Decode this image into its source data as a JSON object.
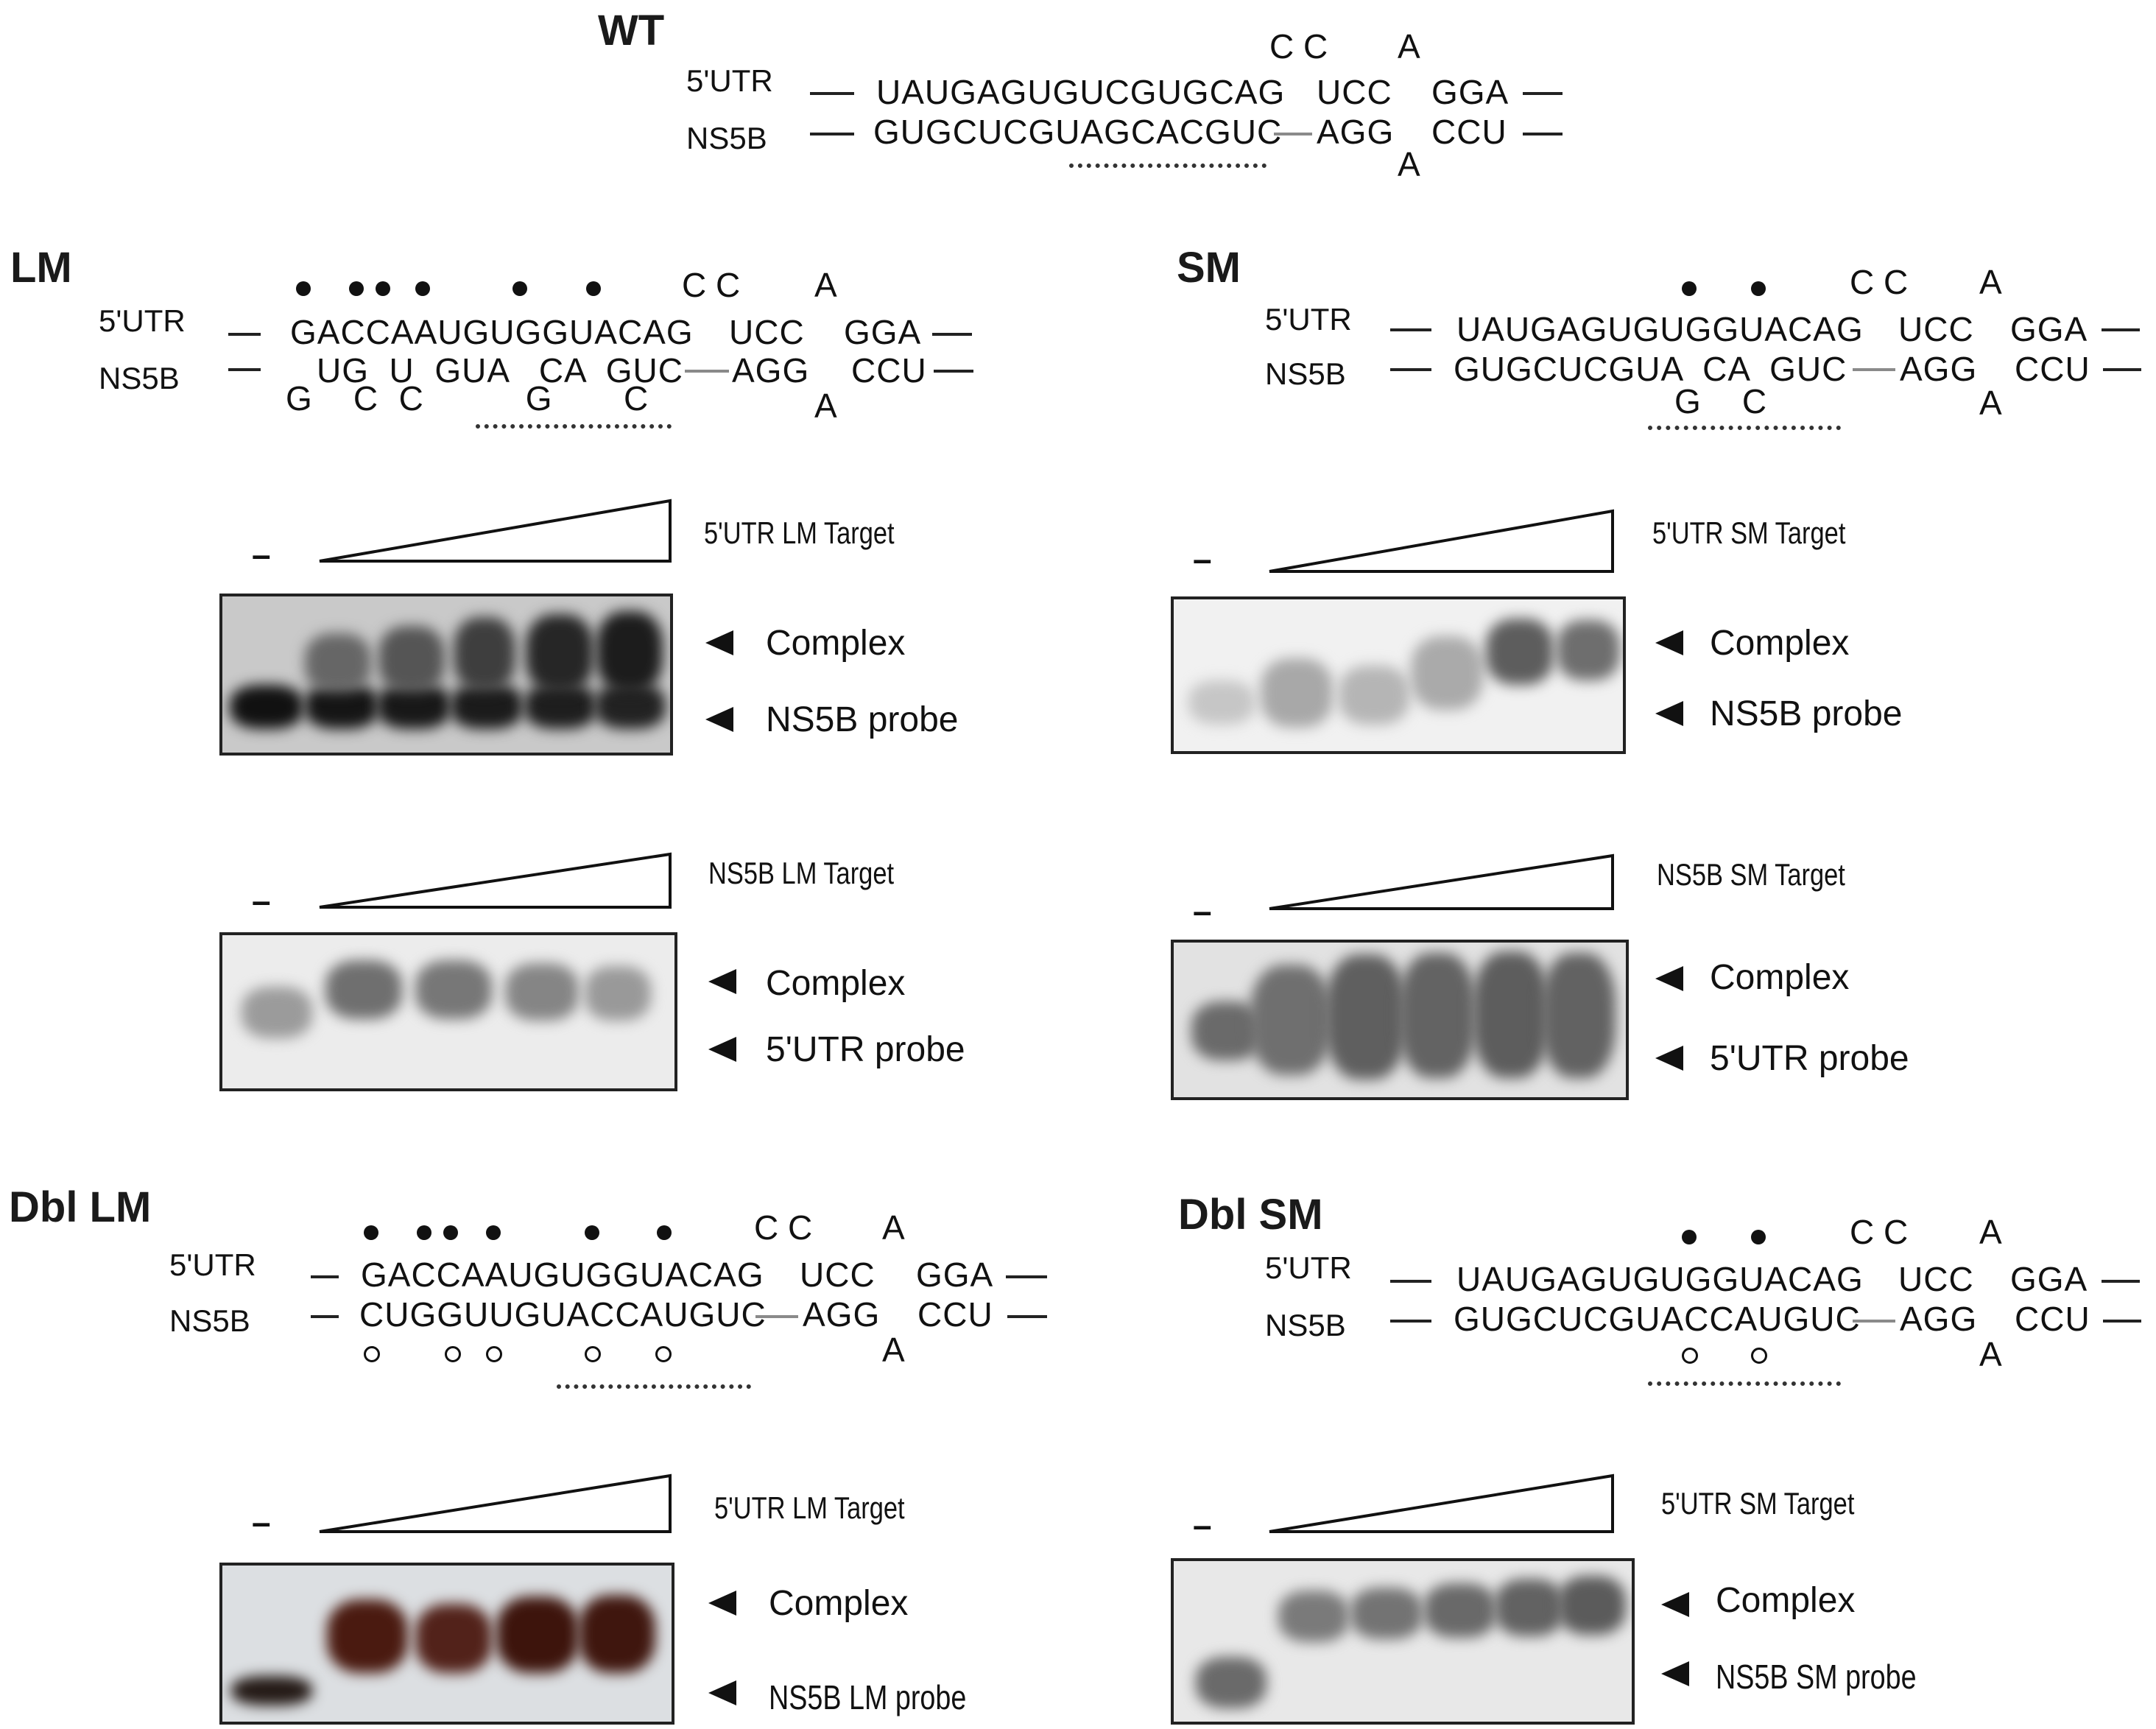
{
  "common": {
    "utr_label": "5'UTR",
    "ns5b_label": "NS5B",
    "loop_cc": "C C",
    "loop_a": "A",
    "utr_right": "UCC",
    "utr_end": "GGA",
    "ns5b_right": "AGG",
    "ns5b_end": "CCU",
    "complex": "Complex",
    "minus": "–"
  },
  "wt": {
    "title": "WT",
    "utr_seq": "UAUGAGUGUCGUGCAG",
    "ns5b_seq": "GUGCUCGUAGCACGUC"
  },
  "lm": {
    "title": "LM",
    "utr_seq": "GACCAAUGUGGUACAG",
    "ns5b_paired": "UG  U  GUA   CA  GUC",
    "ns5b_bulge": "G    C  C          G       C",
    "gel1_target": "5'UTR LM Target",
    "gel1_probe": "NS5B probe",
    "gel2_target": "NS5B LM Target",
    "gel2_probe": "5'UTR probe"
  },
  "sm": {
    "title": "SM",
    "utr_seq": "UAUGAGUGUGGUACAG",
    "ns5b_paired": "GUGCUCGUA  CA  GUC",
    "ns5b_bulge": "G    C",
    "gel1_target": "5'UTR SM Target",
    "gel1_probe": "NS5B probe",
    "gel2_target": "NS5B SM Target",
    "gel2_probe": "5'UTR probe"
  },
  "dbl_lm": {
    "title": "Dbl LM",
    "utr_seq": "GACCAAUGUGGUACAG",
    "ns5b_seq": "CUGGUUGUACCAUGUC",
    "gel_target": "5'UTR LM Target",
    "gel_probe": "NS5B LM probe"
  },
  "dbl_sm": {
    "title": "Dbl SM",
    "utr_seq": "UAUGAGUGUGGUACAG",
    "ns5b_seq": "GUGCUCGUACCAUGUC",
    "gel_target": "5'UTR SM Target",
    "gel_probe": "NS5B SM probe"
  }
}
